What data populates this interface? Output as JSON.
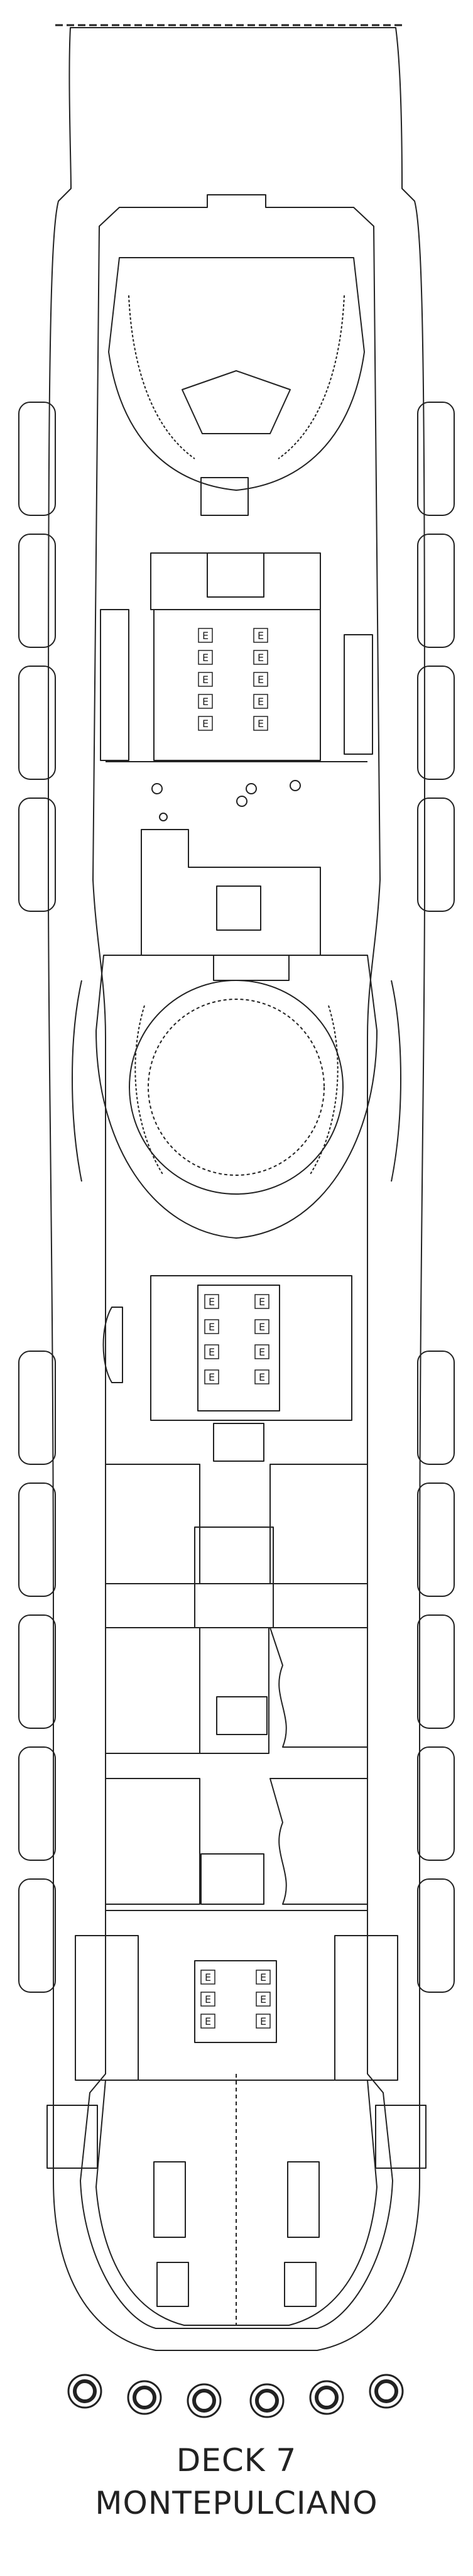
{
  "deck": {
    "title": "DECK 7",
    "name": "MONTEPULCIANO"
  },
  "plan": {
    "elevator_glyph": "E",
    "elevator_banks": [
      {
        "name": "forward-elevators",
        "count": 10
      },
      {
        "name": "midship-elevators",
        "count": 8
      },
      {
        "name": "aft-elevators",
        "count": 6
      }
    ],
    "colors": {
      "line": "#222222",
      "background": "#ffffff"
    }
  }
}
